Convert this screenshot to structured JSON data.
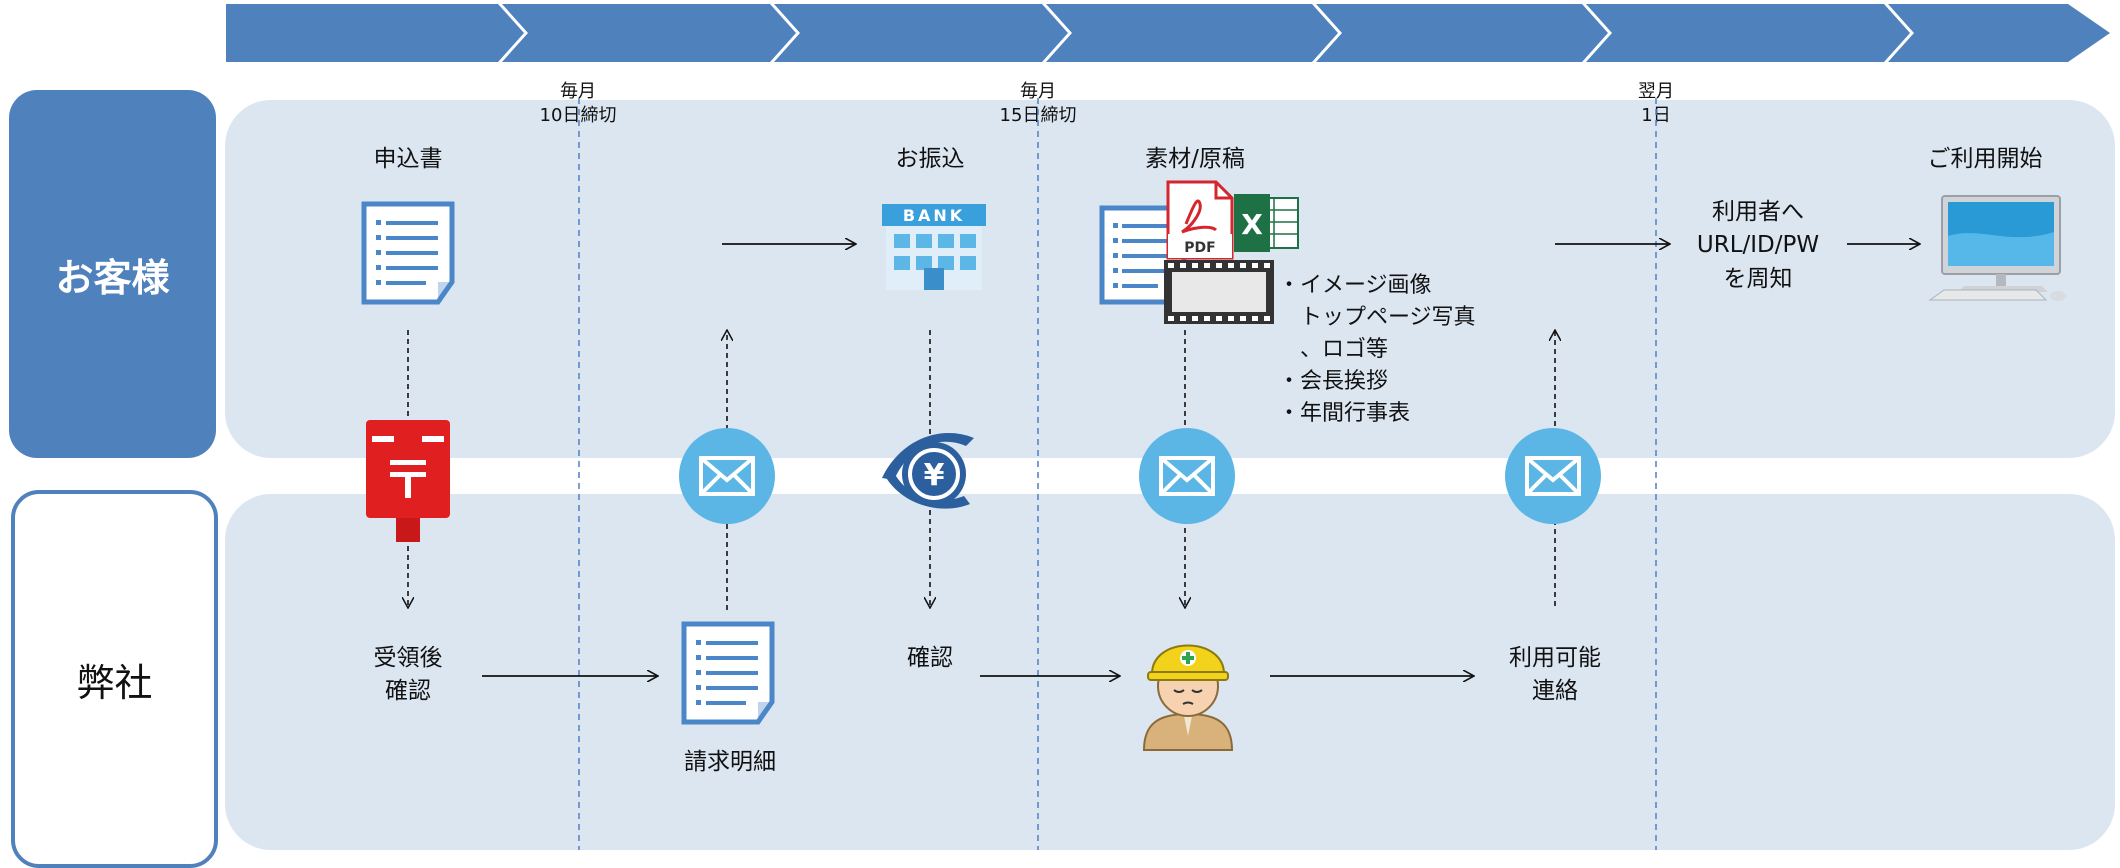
{
  "lanes": {
    "customer": "お客様",
    "company": "弊社"
  },
  "deadlines": [
    {
      "line1": "毎月",
      "line2": "10日締切"
    },
    {
      "line1": "毎月",
      "line2": "15日締切"
    },
    {
      "line1": "翌月",
      "line2": "1日"
    }
  ],
  "customer_steps": {
    "application": "申込書",
    "transfer": "お振込",
    "materials": "素材/原稿",
    "start": "ご利用開始",
    "notify_line1": "利用者へ",
    "notify_line2": "URL/ID/PW",
    "notify_line3": "を周知"
  },
  "materials_list": [
    "・イメージ画像",
    "　トップページ写真",
    "　、ロゴ等",
    "・会長挨拶",
    "・年間行事表"
  ],
  "company_steps": {
    "receipt_line1": "受領後",
    "receipt_line2": "確認",
    "invoice": "請求明細",
    "confirm": "確認",
    "available_line1": "利用可能",
    "available_line2": "連絡"
  },
  "icons": {
    "bank_text": "BANK",
    "pdf_text": "PDF",
    "excel_text": "X",
    "yen_text": "¥"
  },
  "colors": {
    "chevron": "#4f81bd",
    "lane_bg": "#dce6f1",
    "mail": "#5bb6e5",
    "postbox": "#e02020"
  }
}
